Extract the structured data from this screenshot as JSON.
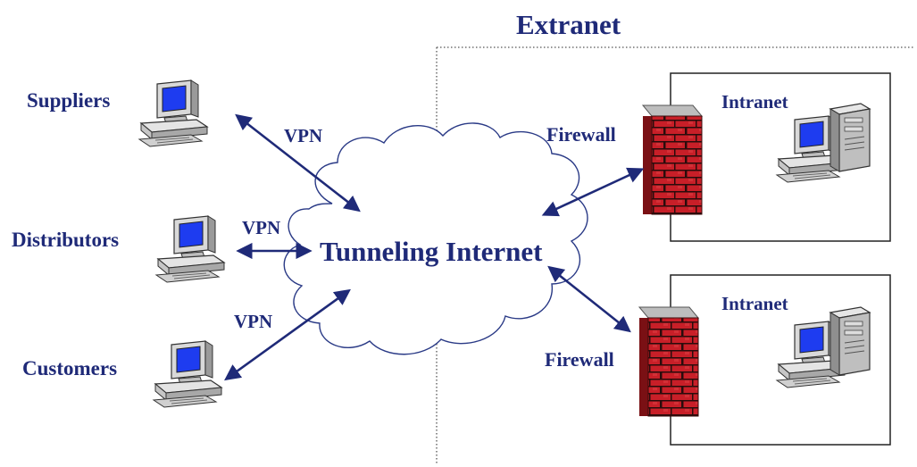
{
  "title": "Extranet",
  "cloud_label": "Tunneling Internet",
  "nodes": {
    "suppliers": "Suppliers",
    "distributors": "Distributors",
    "customers": "Customers"
  },
  "vpn_label": "VPN",
  "firewall_label": "Firewall",
  "intranet_label": "Intranet",
  "icons": [
    "computer-icon",
    "server-tower-icon",
    "firewall-brick-wall-icon",
    "cloud-shape"
  ],
  "colors": {
    "text": "#1f2a78",
    "arrow": "#1f2a78",
    "cloud_stroke": "#2a3a86",
    "brick": "#c8202a",
    "monitor_screen": "#1e3cf0"
  }
}
